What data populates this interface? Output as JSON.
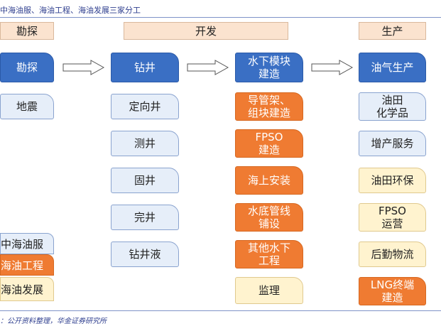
{
  "title": "中海油服、海油工程、海油发展三家分工",
  "source": "：公开资料整理，华金证券研究所",
  "stages": {
    "exploration": "勘探",
    "development": "开发",
    "production": "生产"
  },
  "main_row": {
    "exploration": "勘探",
    "drilling": "钻井",
    "subsea": [
      "水下模块",
      "建造"
    ],
    "oilgas": "油气生产"
  },
  "exploration_items": [
    "地震"
  ],
  "drilling_items": [
    "定向井",
    "测井",
    "固井",
    "完井",
    "钻井液"
  ],
  "construction_items": [
    [
      "导管架、",
      "组块建造"
    ],
    [
      "FPSO",
      "建造"
    ],
    [
      "海上安装"
    ],
    [
      "水底管线",
      "铺设"
    ],
    [
      "其他水下",
      "工程"
    ],
    [
      "监理"
    ]
  ],
  "production_items": [
    [
      "油田",
      "化学品"
    ],
    [
      "增产服务"
    ],
    [
      "油田环保"
    ],
    [
      "FPSO",
      "运营"
    ],
    [
      "后勤物流"
    ],
    [
      "LNG终端",
      "建造"
    ]
  ],
  "legend": [
    "中海油服",
    "海油工程",
    "海油发展"
  ],
  "colors": {
    "cosl": "#e6eef9",
    "cooec": "#ef7b32",
    "cnooc_dev": "#fff3cf",
    "main": "#3a6fc4"
  }
}
